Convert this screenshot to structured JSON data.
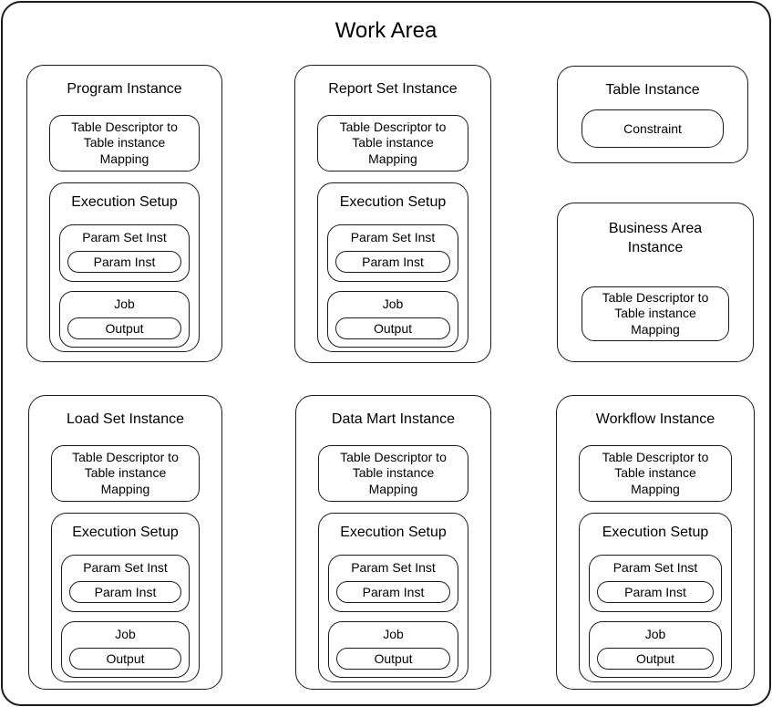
{
  "title": "Work Area",
  "instances": {
    "program": {
      "title": "Program Instance",
      "mapping": "Table Descriptor to\nTable instance\nMapping",
      "execution": {
        "title": "Execution Setup",
        "param_set": "Param Set Inst",
        "param": "Param Inst",
        "job": "Job",
        "output": "Output"
      }
    },
    "report_set": {
      "title": "Report Set Instance",
      "mapping": "Table Descriptor to\nTable instance\nMapping",
      "execution": {
        "title": "Execution Setup",
        "param_set": "Param Set Inst",
        "param": "Param Inst",
        "job": "Job",
        "output": "Output"
      }
    },
    "table": {
      "title": "Table Instance",
      "constraint": "Constraint"
    },
    "business_area": {
      "title": "Business Area\nInstance",
      "mapping": "Table Descriptor to\nTable instance\nMapping"
    },
    "load_set": {
      "title": "Load Set Instance",
      "mapping": "Table Descriptor to\nTable instance\nMapping",
      "execution": {
        "title": "Execution Setup",
        "param_set": "Param Set Inst",
        "param": "Param Inst",
        "job": "Job",
        "output": "Output"
      }
    },
    "data_mart": {
      "title": "Data Mart Instance",
      "mapping": "Table Descriptor to\nTable instance\nMapping",
      "execution": {
        "title": "Execution Setup",
        "param_set": "Param Set Inst",
        "param": "Param Inst",
        "job": "Job",
        "output": "Output"
      }
    },
    "workflow": {
      "title": "Workflow Instance",
      "mapping": "Table Descriptor to\nTable instance\nMapping",
      "execution": {
        "title": "Execution Setup",
        "param_set": "Param Set Inst",
        "param": "Param Inst",
        "job": "Job",
        "output": "Output"
      }
    }
  },
  "colors": {
    "background": "#ffffff",
    "border": "#1a1a1a",
    "text": "#000000"
  }
}
